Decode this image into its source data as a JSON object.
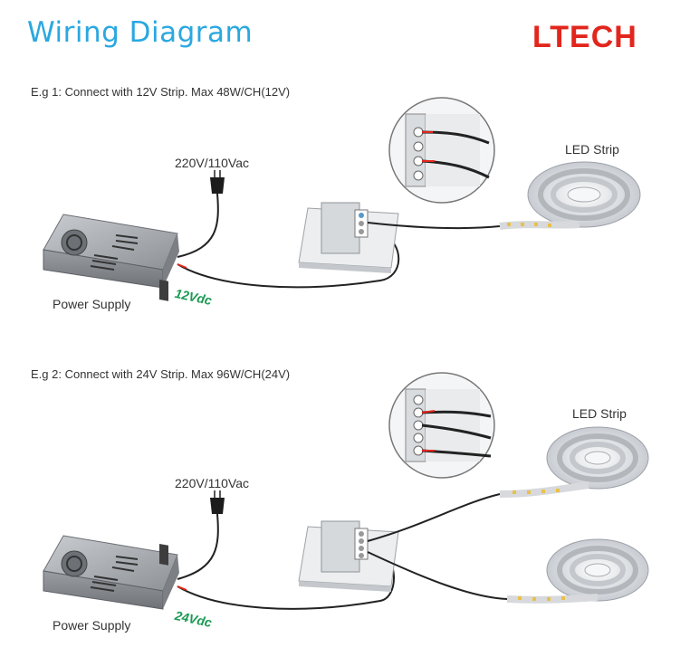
{
  "header": {
    "title": "Wiring Diagram",
    "logo": "LTECH"
  },
  "example1": {
    "caption": "E.g 1: Connect with 12V Strip. Max 48W/CH(12V)",
    "mains_label": "220V/110Vac",
    "power_label": "Power Supply",
    "voltage_label": "12Vdc",
    "strip_label": "LED Strip"
  },
  "example2": {
    "caption": "E.g 2: Connect with 24V Strip. Max 96W/CH(24V)",
    "mains_label": "220V/110Vac",
    "power_label": "Power Supply",
    "voltage_label": "24Vdc",
    "strip_label": "LED Strip"
  },
  "colors": {
    "title": "#2aa8e0",
    "logo": "#e2261d",
    "voltage": "#1a9a52",
    "wire": "#222222"
  }
}
